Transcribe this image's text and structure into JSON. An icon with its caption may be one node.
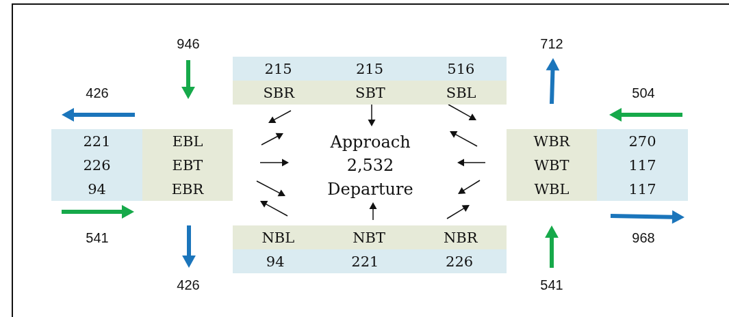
{
  "diagram": {
    "nodes": [
      {
        "text": [
          "215",
          "215",
          "516"
        ]
      },
      {
        "text": [
          "SBR",
          "SBT",
          "SBL"
        ]
      },
      {
        "text": [
          "221",
          "226",
          "94"
        ]
      },
      {
        "text": [
          "EBL",
          "EBT",
          "EBR"
        ]
      },
      {
        "text": [
          "WBR",
          "WBT",
          "WBL"
        ]
      },
      {
        "text": [
          "270",
          "117",
          "117"
        ]
      },
      {
        "text": [
          "NBL",
          "NBT",
          "NBR"
        ]
      },
      {
        "text": [
          "94",
          "221",
          "226"
        ]
      }
    ],
    "labels": [
      "946",
      "712",
      "426",
      "504",
      "Approach",
      "2,532",
      "Departure",
      "541",
      "968",
      "426",
      "541"
    ]
  }
}
